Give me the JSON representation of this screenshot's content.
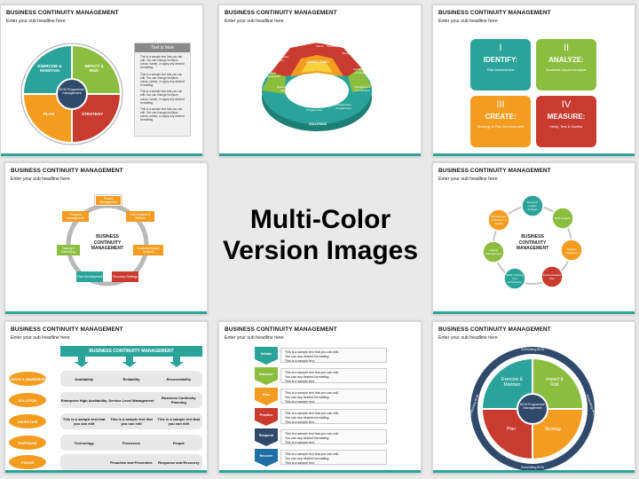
{
  "slide_title": "BUSINESS CONTINUITY MANAGEMENT",
  "slide_subtitle": "Enter your sub headline here",
  "caption": {
    "line1": "Multi-Color",
    "line2": "Version Images"
  },
  "colors": {
    "teal": "#2aa49a",
    "green": "#8bbe3f",
    "orange": "#f39c1f",
    "red": "#c93a2f",
    "navy": "#2f4a6b",
    "gray": "#8a8a8a"
  },
  "slide1": {
    "quadrants": [
      "EXERCISE & MAINTAIN",
      "IMPACT & RISK",
      "PLAN",
      "STRATEGY"
    ],
    "center": "BCM Programme management",
    "box_title": "Text is here",
    "bullets": [
      "This is a sample text that you can edit. You can change font(size, colour, name), or apply any desired formatting.",
      "This is a sample text that you can edit. You can change font(size, colour, name), or apply any desired formatting.",
      "This is a sample text that you can edit. You can change font(size, colour, name), or apply any desired formatting.",
      "This is a sample text that you can edit. You can change font(size, colour, name), or apply any desired formatting."
    ]
  },
  "slide2": {
    "labels": [
      "Health Check",
      "Policies & Standards",
      "Crisis Management",
      "Risk Assessment & Compliance",
      "Management Commitment",
      "Business Impact Analysis",
      "Awareness & Training",
      "Infrastructure Programmes",
      "Scenario Target Programmes",
      "Quick Learning Modules",
      "Business Requirements",
      "Communication"
    ],
    "ring_labels": [
      "CONSULTANCY",
      "SOLUTIONS"
    ]
  },
  "slide3": {
    "tiles": [
      {
        "roman": "I",
        "head": "IDENTIFY:",
        "body": "Risk Assessment",
        "color": "#2aa49a"
      },
      {
        "roman": "II",
        "head": "ANALYZE:",
        "body": "Business Impact Analysis",
        "color": "#8bbe3f"
      },
      {
        "roman": "III",
        "head": "CREATE:",
        "body": "Strategy & Plan Development",
        "color": "#f39c1f"
      },
      {
        "roman": "IV",
        "head": "MEASURE:",
        "body": "Verify, Test & Monitor",
        "color": "#c93a2f"
      }
    ]
  },
  "slide4": {
    "center": "BUSINESS CONTINUITY MANAGEMENT",
    "nodes": [
      "Project Management",
      "Risk Analysis & Review",
      "Business Impact Analysis",
      "Recovery Strategy",
      "Plan Development",
      "Testing & Exercising",
      "Program Management"
    ]
  },
  "slide5": {
    "center": "BUSINESS CONTINUITY MANAGEMENT",
    "nodes": [
      "Business Impact Analysis",
      "Risk Analysis",
      "Solution Designing",
      "Implementation Plan",
      "Skills, Training and Acceptance",
      "Change Management",
      "Maintenance of Platform & Monitor"
    ]
  },
  "slide7": {
    "header": "BUSINESS CONTINUITY MANAGEMENT",
    "rows": [
      {
        "label": "VISION & WARENESS",
        "cells": [
          "Availability",
          "Reliability",
          "Recoverability"
        ]
      },
      {
        "label": "SOLUTION",
        "cells": [
          "Enterprise High Availability",
          "Service Level Management",
          "Business Continuity Planning"
        ]
      },
      {
        "label": "OBJECTIVE",
        "cells": [
          "This is a sample text that you can edit",
          "This is a sample text that you can edit",
          "This is a sample text that you can edit"
        ]
      },
      {
        "label": "EMPHASIS",
        "cells": [
          "Technology",
          "Processes",
          "People"
        ]
      },
      {
        "label": "FOCUS",
        "cells": [
          "",
          "Proactive and Preventive",
          "Response and Recovery"
        ]
      }
    ]
  },
  "slide8": {
    "steps": [
      {
        "label": "Initiate",
        "color": "#2aa49a"
      },
      {
        "label": "Discover",
        "color": "#8bbe3f"
      },
      {
        "label": "Plan",
        "color": "#f39c1f"
      },
      {
        "label": "Practice",
        "color": "#c93a2f"
      },
      {
        "label": "Respond",
        "color": "#2f4a6b"
      },
      {
        "label": "Recover",
        "color": "#1e6fa6"
      }
    ],
    "bullets": [
      "This is a sample text that you can edit.",
      "You can any desired formatting.",
      "This is a sample text."
    ]
  },
  "slide9": {
    "quadrants": [
      "Exercise & Maintain",
      "Impact & Risk",
      "Plan",
      "Strategy"
    ],
    "center": "BCM Programme management",
    "ring_labels": [
      "Embedding BCM",
      "Embedding BCM",
      "Embedding BCM",
      "Embedding BCM"
    ]
  }
}
